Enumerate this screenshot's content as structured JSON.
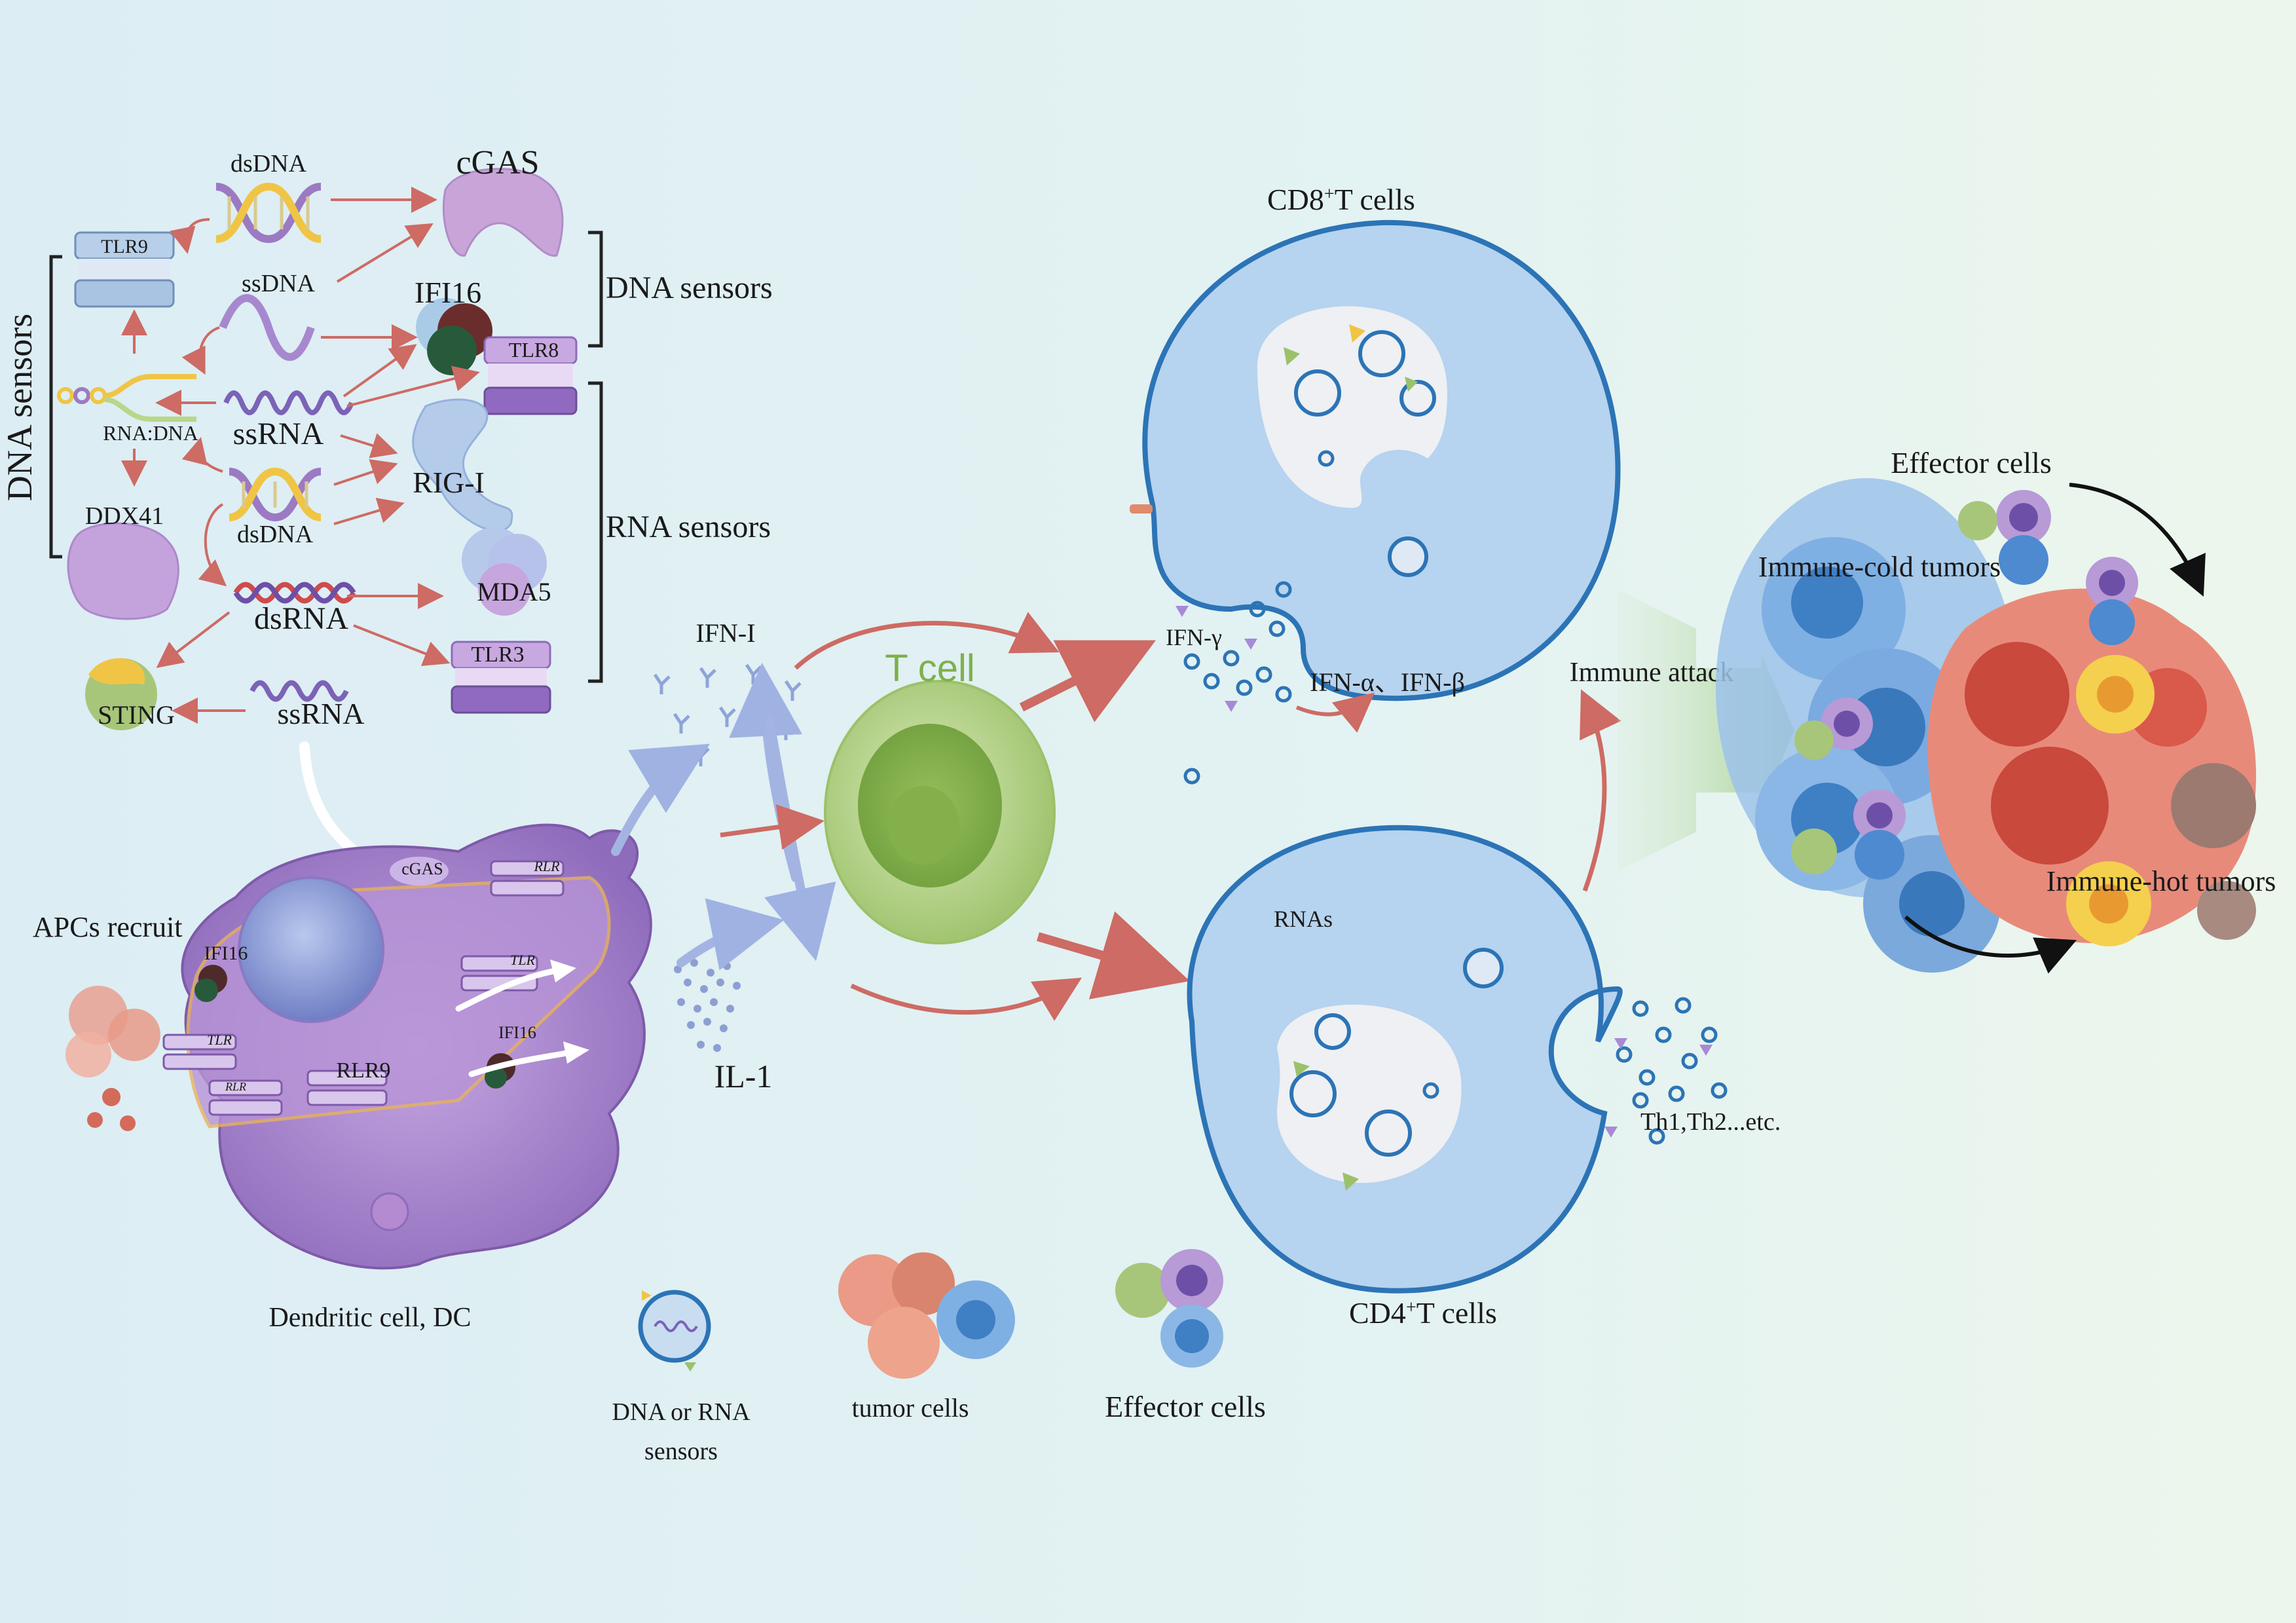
{
  "sensors": {
    "dsDNA_top": "dsDNA",
    "cGAS": "cGAS",
    "TLR9": "TLR9",
    "ssDNA": "ssDNA",
    "IFI16": "IFI16",
    "TLR8": "TLR8",
    "DNA_sensors_bracket": "DNA sensors",
    "DNA_sensors_vertical": "DNA sensors",
    "RNA_DNA": "RNA:DNA",
    "ssRNA_mid": "ssRNA",
    "RIG_I": "RIG-I",
    "DDX41": "DDX41",
    "dsDNA_low": "dsDNA",
    "RNA_sensors_bracket": "RNA sensors",
    "MDA5": "MDA5",
    "dsRNA": "dsRNA",
    "TLR3": "TLR3",
    "STING": "STING",
    "ssRNA_low": "ssRNA"
  },
  "dc": {
    "APCs_recruit": "APCs recruit",
    "cGAS": "cGAS",
    "RLR_a": "RLR",
    "IFI16_a": "IFI16",
    "TLR_a": "TLR",
    "TLR_b": "TLR",
    "IFI16_b": "IFI16",
    "RLR_b": "RLR",
    "RLR9": "RLR9",
    "title": "Dendritic cell, DC"
  },
  "middle": {
    "IFN_I": "IFN-I",
    "T_cell": "T cell",
    "IL_1": "IL-1"
  },
  "cd8": {
    "title_prefix": "CD8",
    "title_sup": "+",
    "title_suffix": "T cells",
    "IFN_gamma": "IFN-γ",
    "IFN_ab": "IFN-α、IFN-β"
  },
  "cd4": {
    "RNAs": "RNAs",
    "th": "Th1,Th2...etc.",
    "title_prefix": "CD4",
    "title_sup": "+",
    "title_suffix": "T cells"
  },
  "tumor": {
    "immune_attack": "Immune attack",
    "effector_cells": "Effector cells",
    "cold": "Immune-cold tumors",
    "hot": "Immune-hot tumors"
  },
  "legend": {
    "sensors_line1": "DNA or RNA",
    "sensors_line2": "sensors",
    "tumor_cells": "tumor cells",
    "effector_cells": "Effector cells"
  },
  "colors": {
    "bg_left": "#dff0f5",
    "bg_right": "#e9f5ee",
    "arrow_red": "#cd6b64",
    "tcell_blue": "#b6d3ef",
    "tcell_border": "#2c74b6",
    "tcell_green": "#a8c878",
    "dc_purple": "#9b7cc4",
    "tumor_red": "#e0786a"
  }
}
